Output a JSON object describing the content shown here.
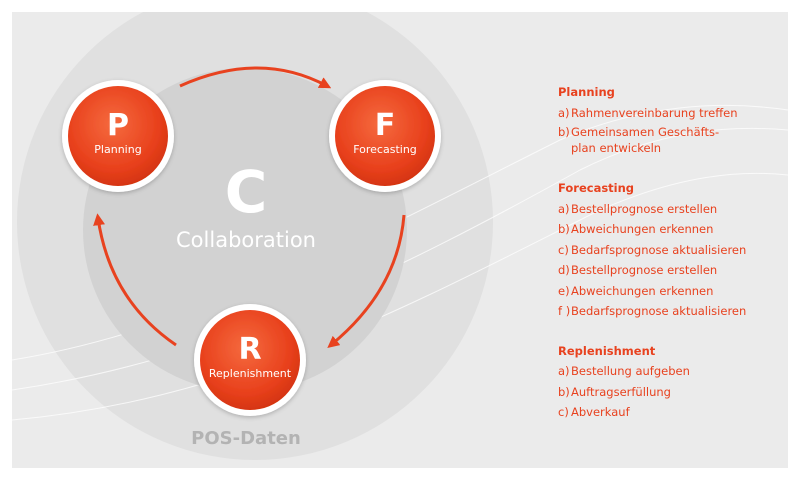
{
  "diagram": {
    "center": {
      "letter": "C",
      "label": "Collaboration"
    },
    "outer_label": "POS-Daten",
    "nodes": [
      {
        "letter": "P",
        "label": "Planning"
      },
      {
        "letter": "F",
        "label": "Forecasting"
      },
      {
        "letter": "R",
        "label": "Replenishment"
      }
    ]
  },
  "steps": {
    "sections": [
      {
        "title": "Planning",
        "items": [
          {
            "marker": "a)",
            "text": "Rahmenvereinbarung treffen"
          },
          {
            "marker": "b)",
            "text": "Gemeinsamen Geschäfts-plan entwickeln"
          }
        ]
      },
      {
        "title": "Forecasting",
        "items": [
          {
            "marker": "a)",
            "text": "Bestellprognose erstellen"
          },
          {
            "marker": "b)",
            "text": "Abweichungen erkennen"
          },
          {
            "marker": "c)",
            "text": "Bedarfsprognose aktualisieren"
          },
          {
            "marker": "d)",
            "text": "Bestellprognose erstellen"
          },
          {
            "marker": "e)",
            "text": "Abweichungen erkennen"
          },
          {
            "marker": "f )",
            "text": "Bedarfsprognose aktualisieren"
          }
        ]
      },
      {
        "title": "Replenishment",
        "items": [
          {
            "marker": "a)",
            "text": "Bestellung aufgeben"
          },
          {
            "marker": "b)",
            "text": "Auftragserfüllung"
          },
          {
            "marker": "c)",
            "text": "Abverkauf"
          }
        ]
      }
    ]
  },
  "colors": {
    "accent": "#e8421f",
    "node_fill": "#e8401c",
    "panel": "#ebebeb",
    "outer_circle": "#e0e0e0",
    "inner_circle": "#d2d2d2",
    "outer_label": "#b3b3b3"
  }
}
